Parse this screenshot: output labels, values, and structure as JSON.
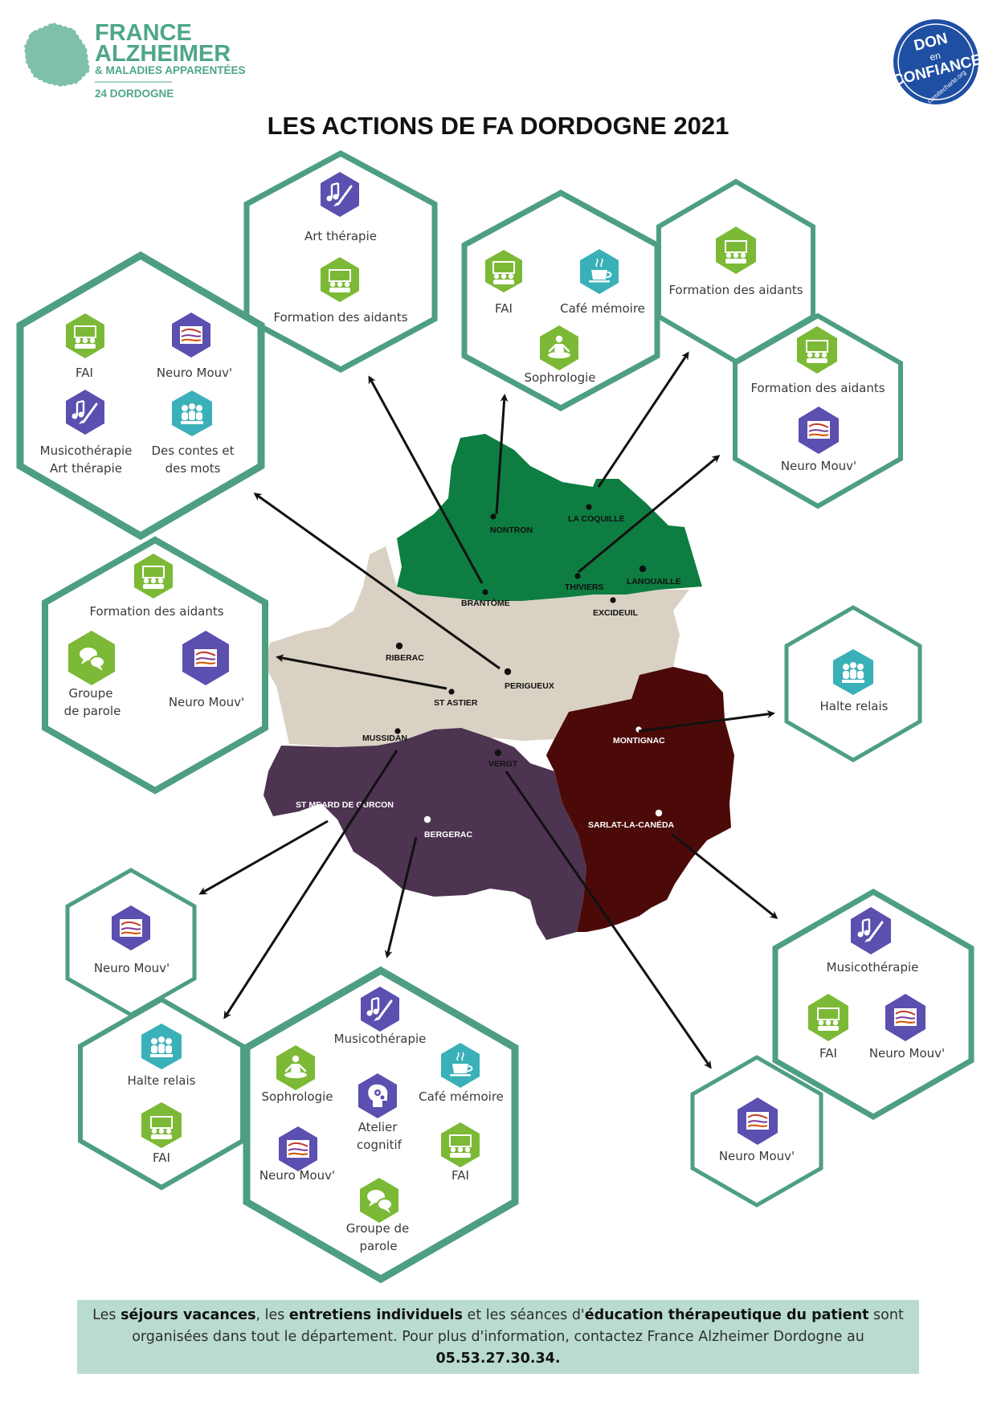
{
  "header": {
    "logo": {
      "line1": "FRANCE",
      "line2": "ALZHEIMER",
      "line3": "& MALADIES APPARENTÉES",
      "dept": "24 DORDOGNE"
    },
    "badge": {
      "line1": "DON",
      "line2": "en",
      "line3": "CONFIANCE",
      "url": "comitecharte.org"
    },
    "title": "LES ACTIONS DE FA DORDOGNE 2021"
  },
  "colors": {
    "accent": "#4e9f82",
    "green_region": "#0d7d41",
    "beige_region": "#d9d2c4",
    "purple_region": "#4d3451",
    "maroon_region": "#4b0a08",
    "icon_green": "#7cb936",
    "icon_purple": "#5b4fb0",
    "icon_teal": "#3ab0b8",
    "footer_bg": "#b9dcce"
  },
  "map": {
    "cities": [
      "NONTRON",
      "LA COQUILLE",
      "BRANTÔME",
      "THIVIERS",
      "LANOUAILLE",
      "EXCIDEUIL",
      "RIBERAC",
      "PERIGUEUX",
      "ST ASTIER",
      "MUSSIDAN",
      "VERGT",
      "MONTIGNAC",
      "SARLAT-LA-CANÉDA",
      "ST MEARD DE GURCON",
      "BERGERAC"
    ]
  },
  "hexagons": {
    "brantome": {
      "items": [
        "Art thérapie",
        "Formation des aidants"
      ],
      "icons": [
        "music-palette-icon",
        "training-group-icon"
      ]
    },
    "nontron": {
      "items": [
        "FAI",
        "Café mémoire",
        "Sophrologie"
      ],
      "icons": [
        "training-group-icon",
        "coffee-cup-icon",
        "meditation-icon"
      ]
    },
    "lacoquille": {
      "items": [
        "Formation des aidants"
      ],
      "icons": [
        "training-group-icon"
      ]
    },
    "thiviers": {
      "items": [
        "Formation des aidants",
        "Neuro Mouv'"
      ],
      "icons": [
        "training-group-icon",
        "neuro-mouv-icon"
      ]
    },
    "perigueux": {
      "items": [
        "FAI",
        "Neuro Mouv'",
        "Musicothérapie",
        "Art thérapie",
        "Des contes et",
        "des mots"
      ],
      "icons": [
        "training-group-icon",
        "neuro-mouv-icon",
        "music-palette-icon",
        "group-icon"
      ]
    },
    "riberac": {
      "items": [
        "Formation des aidants",
        "Groupe",
        "de parole",
        "Neuro Mouv'"
      ],
      "icons": [
        "training-group-icon",
        "speech-bubbles-icon",
        "neuro-mouv-icon"
      ]
    },
    "montignac": {
      "items": [
        "Halte relais"
      ],
      "icons": [
        "group-icon"
      ]
    },
    "stmeard": {
      "items": [
        "Neuro Mouv'"
      ],
      "icons": [
        "neuro-mouv-icon"
      ]
    },
    "mussidan": {
      "items": [
        "Halte relais",
        "FAI"
      ],
      "icons": [
        "group-icon",
        "training-group-icon"
      ]
    },
    "bergerac": {
      "items": [
        "Musicothérapie",
        "Sophrologie",
        "Café mémoire",
        "Atelier",
        "cognitif",
        "Neuro Mouv'",
        "FAI",
        "Groupe de",
        "parole"
      ],
      "icons": [
        "music-palette-icon",
        "meditation-icon",
        "coffee-cup-icon",
        "brain-gears-icon",
        "neuro-mouv-icon",
        "training-group-icon",
        "speech-bubbles-icon"
      ]
    },
    "sarlat": {
      "items": [
        "Musicothérapie",
        "FAI",
        "Neuro Mouv'"
      ],
      "icons": [
        "music-palette-icon",
        "training-group-icon",
        "neuro-mouv-icon"
      ]
    },
    "vergt": {
      "items": [
        "Neuro Mouv'"
      ],
      "icons": [
        "neuro-mouv-icon"
      ]
    }
  },
  "footer": {
    "t1": "Les ",
    "b1": "séjours vacances",
    "t2": ", les ",
    "b2": "entretiens individuels",
    "t3": " et les séances d'",
    "b3": "éducation thérapeutique du patient",
    "t4": " sont organisées dans tout le département. Pour plus d'information, contactez France Alzheimer Dordogne au ",
    "b4": "05.53.27.30.34."
  }
}
